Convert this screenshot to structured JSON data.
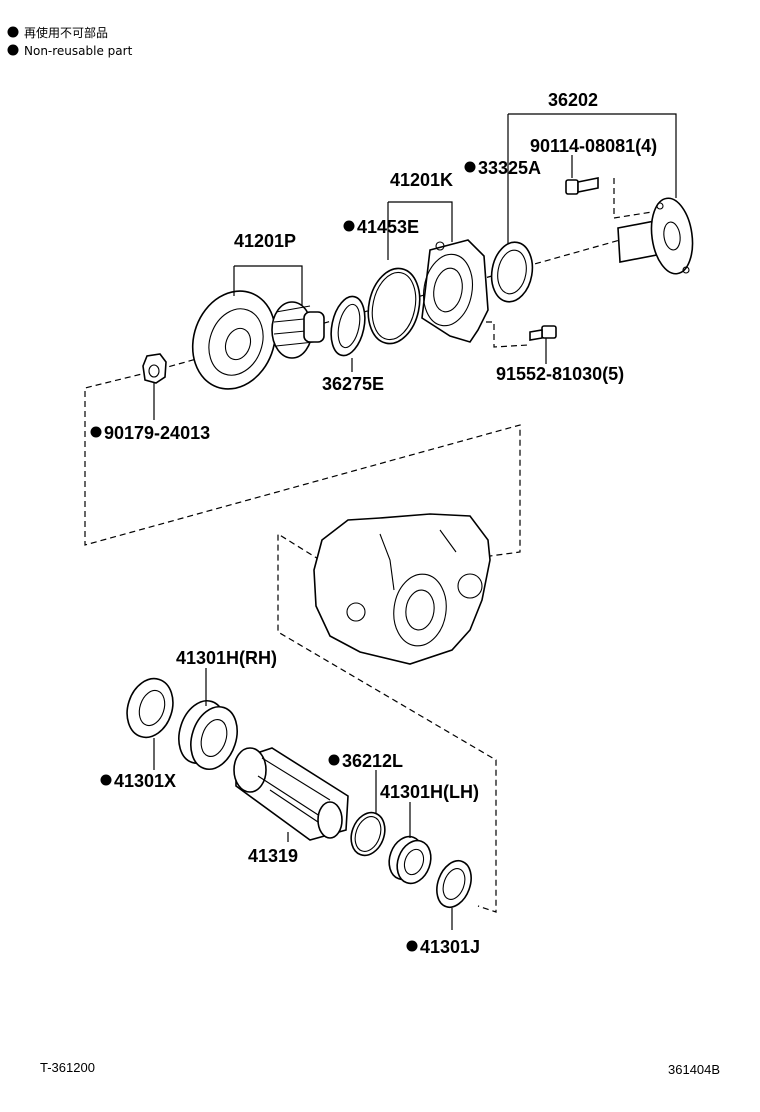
{
  "legend": {
    "items": [
      {
        "text": "再使用不可部品"
      },
      {
        "text": "Non-reusable part"
      }
    ]
  },
  "parts": [
    {
      "key": "p36202",
      "number": "36202",
      "non_reusable": false
    },
    {
      "key": "p90114",
      "number": "90114-08081(4)",
      "non_reusable": false
    },
    {
      "key": "p33325A",
      "number": "33325A",
      "non_reusable": true
    },
    {
      "key": "p41201K",
      "number": "41201K",
      "non_reusable": false
    },
    {
      "key": "p41453E",
      "number": "41453E",
      "non_reusable": true
    },
    {
      "key": "p41201P",
      "number": "41201P",
      "non_reusable": false
    },
    {
      "key": "p36275E",
      "number": "36275E",
      "non_reusable": false
    },
    {
      "key": "p91552",
      "number": "91552-81030(5)",
      "non_reusable": false
    },
    {
      "key": "p90179",
      "number": "90179-24013",
      "non_reusable": true
    },
    {
      "key": "p41301H_RH",
      "number": "41301H(RH)",
      "non_reusable": false
    },
    {
      "key": "p41301X",
      "number": "41301X",
      "non_reusable": true
    },
    {
      "key": "p36212L",
      "number": "36212L",
      "non_reusable": true
    },
    {
      "key": "p41301H_LH",
      "number": "41301H(LH)",
      "non_reusable": false
    },
    {
      "key": "p41319",
      "number": "41319",
      "non_reusable": false
    },
    {
      "key": "p41301J",
      "number": "41301J",
      "non_reusable": true
    }
  ],
  "footer": {
    "left_code": "T-361200",
    "right_code": "361404B"
  }
}
